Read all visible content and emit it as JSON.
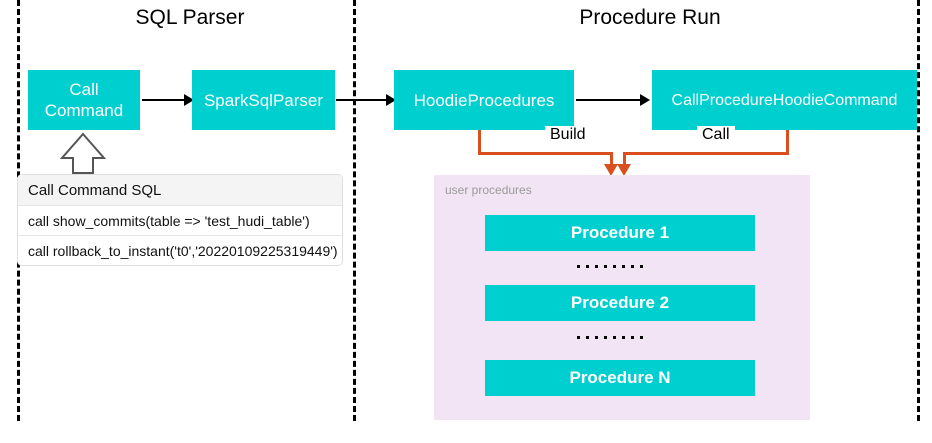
{
  "sections": [
    {
      "title": "SQL Parser"
    },
    {
      "title": "Procedure Run"
    }
  ],
  "nodes": {
    "call_command": "Call\nCommand",
    "call_command_line1": "Call",
    "call_command_line2": "Command",
    "spark_sql_parser": "SparkSqlParser",
    "hoodie_procedures": "HoodieProcedures",
    "call_procedure_hoodie_command": "CallProcedureHoodieCommand"
  },
  "edge_labels": {
    "build": "Build",
    "call": "Call"
  },
  "sql_table": {
    "header": "Call Command SQL",
    "rows": [
      "call show_commits(table => 'test_hudi_table')",
      "call rollback_to_instant('t0','20220109225319449')"
    ]
  },
  "procedures_panel": {
    "label": "user procedures",
    "items": [
      "Procedure 1",
      "Procedure 2",
      "Procedure N"
    ]
  },
  "colors": {
    "node_fill": "#00CFCF",
    "node_text": "#FFFFFF",
    "panel_fill": "#F2E4F4",
    "connector_orange": "#D94F1E",
    "connector_black": "#000000",
    "panel_label_text": "#9B9B9B",
    "table_header_fill": "#F4F4F4"
  }
}
